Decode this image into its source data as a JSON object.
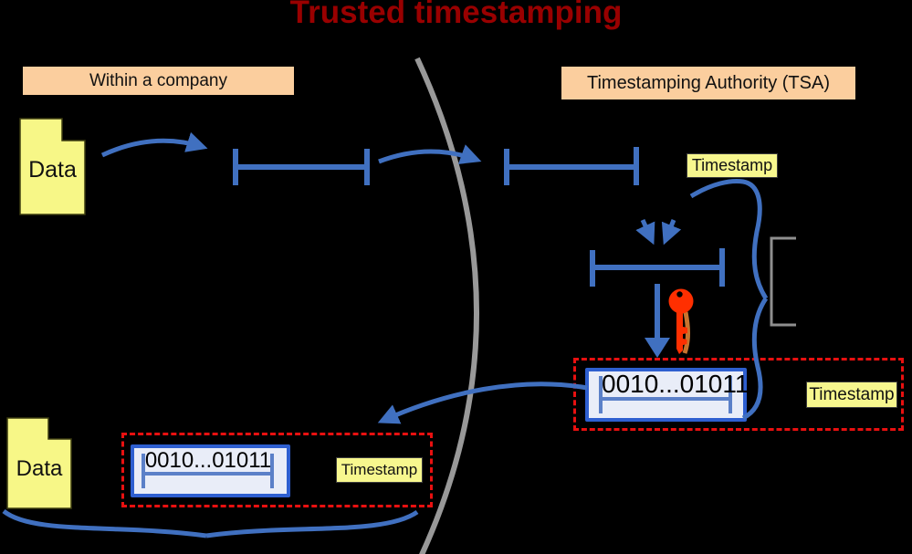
{
  "title": "Trusted timestamping",
  "sections": {
    "company_label": "Within a company",
    "tsa_label": "Timestamping Authority (TSA)"
  },
  "files": {
    "top_label": "Data",
    "bottom_label": "Data"
  },
  "timestamps": {
    "top": "Timestamp",
    "tsa_box": "Timestamp",
    "company_box": "Timestamp"
  },
  "hashes": {
    "tsa_box_value": "0010...01011",
    "company_box_value": "0010...01011"
  },
  "icons": {
    "data_file": "document-with-notched-corner",
    "hash_mark": "i-beam-hash-symbol",
    "key": "signing-key-icon",
    "divider": "gray-curved-divider",
    "brace_vertical": "blue-curly-brace",
    "brace_bottom": "blue-under-brace",
    "bracket": "gray-square-bracket"
  },
  "colors": {
    "background": "#000000",
    "title": "#990000",
    "section_label_bg": "#fbce9e",
    "file_bg": "#f7f787",
    "timestamp_bg": "#f7f78e",
    "arrow_blue": "#4070c0",
    "dashed_red": "#e81010",
    "hash_box_border": "#2e5fd0",
    "hash_box_bg": "#e9edf8",
    "divider_gray": "#999999",
    "key_red": "#ff2f00"
  }
}
